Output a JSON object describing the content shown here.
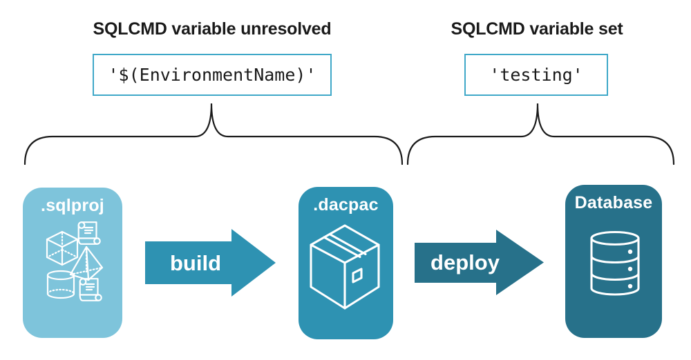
{
  "annotations": {
    "left": {
      "heading": "SQLCMD variable unresolved",
      "code": "'$(EnvironmentName)'"
    },
    "right": {
      "heading": "SQLCMD variable set",
      "code": "'testing'"
    }
  },
  "pipeline": {
    "nodes": [
      {
        "id": "sqlproj",
        "label": ".sqlproj",
        "color": "#7EC4DB",
        "icons": [
          "script-scroll-icon",
          "cube-icon",
          "pyramid-icon",
          "cylinder-icon",
          "script-scroll-icon"
        ]
      },
      {
        "id": "dacpac",
        "label": ".dacpac",
        "color": "#2E92B2",
        "icons": [
          "package-box-icon"
        ]
      },
      {
        "id": "database",
        "label": "Database",
        "color": "#27718A",
        "icons": [
          "database-cylinder-icon"
        ]
      }
    ],
    "arrows": [
      {
        "label": "build",
        "color": "#2E92B2"
      },
      {
        "label": "deploy",
        "color": "#27718A"
      }
    ]
  },
  "colors": {
    "background": "#FFFFFF",
    "code_box_border": "#3FA8C8",
    "brace_stroke": "#1A1A1A",
    "heading_text": "#1A1A1A",
    "code_text": "#191919",
    "node_label_text": "#FFFFFF",
    "icon_stroke": "#FFFFFF"
  }
}
